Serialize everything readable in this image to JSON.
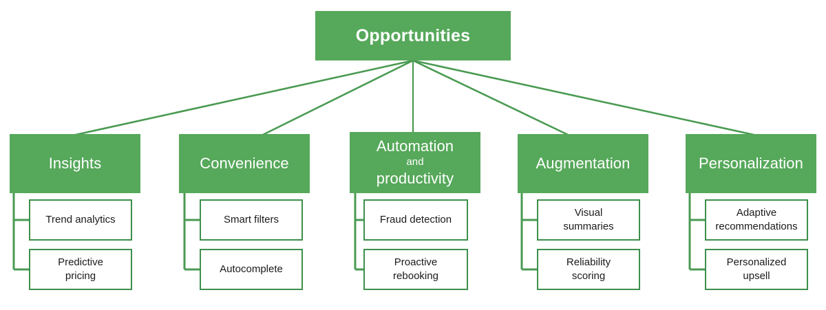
{
  "diagram": {
    "type": "org-tree",
    "title": "Opportunities",
    "colors": {
      "branch_fill": "#56a85a",
      "leaf_border": "#3c8f4b",
      "leaf_fill": "#ffffff",
      "branch_text": "#ffffff",
      "leaf_text": "#1a1a1a",
      "edge": "#4a9a52",
      "background": "#ffffff"
    },
    "root": {
      "label": "Opportunities"
    },
    "branches": [
      {
        "id": "insights",
        "label": "Insights",
        "label_lines": [
          "Insights"
        ],
        "leaves": [
          {
            "id": "trend-analytics",
            "label": "Trend analytics",
            "lines": [
              "Trend analytics"
            ]
          },
          {
            "id": "predictive-pricing",
            "label": "Predictive pricing",
            "lines": [
              "Predictive",
              "pricing"
            ]
          }
        ]
      },
      {
        "id": "convenience",
        "label": "Convenience",
        "label_lines": [
          "Convenience"
        ],
        "leaves": [
          {
            "id": "smart-filters",
            "label": "Smart filters",
            "lines": [
              "Smart filters"
            ]
          },
          {
            "id": "autocomplete",
            "label": "Autocomplete",
            "lines": [
              "Autocomplete"
            ]
          }
        ]
      },
      {
        "id": "automation-and-productivity",
        "label": "Automation and productivity",
        "label_lines": [
          "Automation",
          "and",
          "productivity"
        ],
        "leaves": [
          {
            "id": "fraud-detection",
            "label": "Fraud detection",
            "lines": [
              "Fraud detection"
            ]
          },
          {
            "id": "proactive-rebooking",
            "label": "Proactive rebooking",
            "lines": [
              "Proactive",
              "rebooking"
            ]
          }
        ]
      },
      {
        "id": "augmentation",
        "label": "Augmentation",
        "label_lines": [
          "Augmentation"
        ],
        "leaves": [
          {
            "id": "visual-summaries",
            "label": "Visual summaries",
            "lines": [
              "Visual",
              "summaries"
            ]
          },
          {
            "id": "reliability-scoring",
            "label": "Reliability scoring",
            "lines": [
              "Reliability",
              "scoring"
            ]
          }
        ]
      },
      {
        "id": "personalization",
        "label": "Personalization",
        "label_lines": [
          "Personalization"
        ],
        "leaves": [
          {
            "id": "adaptive-recommendations",
            "label": "Adaptive recommendations",
            "lines": [
              "Adaptive",
              "recommendations"
            ]
          },
          {
            "id": "personalized-upsell",
            "label": "Personalized upsell",
            "lines": [
              "Personalized",
              "upsell"
            ]
          }
        ]
      }
    ]
  }
}
